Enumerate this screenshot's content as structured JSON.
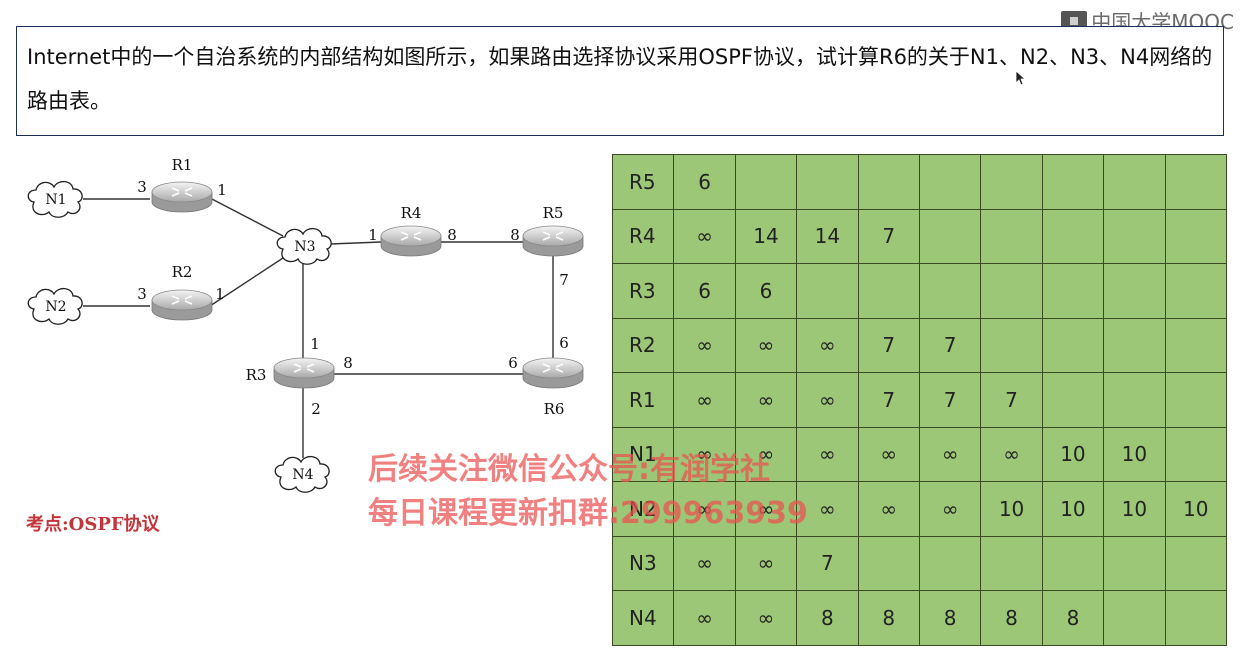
{
  "question": {
    "text": "Internet中的一个自治系统的内部结构如图所示，如果路由选择协议采用OSPF协议，试计算R6的关于N1、N2、N3、N4网络的路由表。"
  },
  "logo": {
    "text": "中国大学MOOC"
  },
  "diagram": {
    "nodes": {
      "n1": "N1",
      "n2": "N2",
      "n3": "N3",
      "n4": "N4",
      "r1": "R1",
      "r2": "R2",
      "r3": "R3",
      "r4": "R4",
      "r5": "R5",
      "r6": "R6"
    },
    "links": [
      {
        "from": "N1",
        "to": "R1",
        "costs": [
          "3"
        ]
      },
      {
        "from": "R1",
        "to": "N3",
        "costs": [
          "1"
        ]
      },
      {
        "from": "N2",
        "to": "R2",
        "costs": [
          "3"
        ]
      },
      {
        "from": "R2",
        "to": "N3",
        "costs": [
          "1"
        ]
      },
      {
        "from": "N3",
        "to": "R4",
        "costs": [
          "1"
        ]
      },
      {
        "from": "R4",
        "to": "R5",
        "costs": [
          "8",
          "8"
        ]
      },
      {
        "from": "R5",
        "to": "R6",
        "costs": [
          "7",
          "6"
        ]
      },
      {
        "from": "N3",
        "to": "R3",
        "costs": [
          "1"
        ]
      },
      {
        "from": "R3",
        "to": "R6",
        "costs": [
          "8",
          "6"
        ]
      },
      {
        "from": "R3",
        "to": "N4",
        "costs": [
          "2"
        ]
      }
    ]
  },
  "table": {
    "rows": [
      {
        "label": "R5",
        "cells": [
          "6",
          "",
          "",
          "",
          "",
          "",
          "",
          "",
          ""
        ]
      },
      {
        "label": "R4",
        "cells": [
          "∞",
          "14",
          "14",
          "7",
          "",
          "",
          "",
          "",
          ""
        ]
      },
      {
        "label": "R3",
        "cells": [
          "6",
          "6",
          "",
          "",
          "",
          "",
          "",
          "",
          ""
        ]
      },
      {
        "label": "R2",
        "cells": [
          "∞",
          "∞",
          "∞",
          "7",
          "7",
          "",
          "",
          "",
          ""
        ]
      },
      {
        "label": "R1",
        "cells": [
          "∞",
          "∞",
          "∞",
          "7",
          "7",
          "7",
          "",
          "",
          ""
        ]
      },
      {
        "label": "N1",
        "cells": [
          "∞",
          "∞",
          "∞",
          "∞",
          "∞",
          "∞",
          "10",
          "10",
          ""
        ]
      },
      {
        "label": "N2",
        "cells": [
          "∞",
          "∞",
          "∞",
          "∞",
          "∞",
          "10",
          "10",
          "10",
          "10"
        ]
      },
      {
        "label": "N3",
        "cells": [
          "∞",
          "∞",
          "7",
          "",
          "",
          "",
          "",
          "",
          ""
        ]
      },
      {
        "label": "N4",
        "cells": [
          "∞",
          "∞",
          "8",
          "8",
          "8",
          "8",
          "8",
          "",
          ""
        ]
      }
    ]
  },
  "watermark": {
    "line1": "后续关注微信公众号:有润学社",
    "line2": "每日课程更新扣群:299963939"
  },
  "exam_point": {
    "text": "考点:OSPF协议"
  },
  "colors": {
    "table_fill": "#9cc776",
    "watermark": "#ec5050",
    "exam_point": "#c2363b",
    "box_border": "#1f2d5a"
  }
}
